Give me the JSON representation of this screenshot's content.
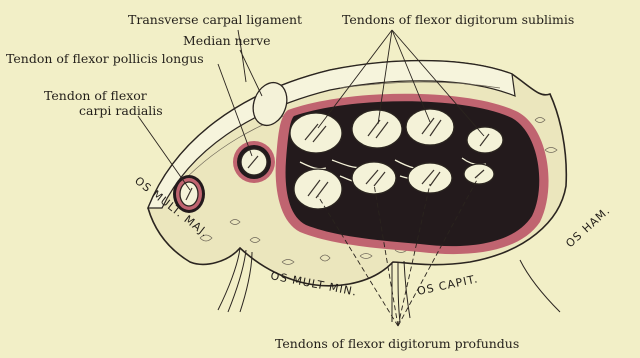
{
  "labels": {
    "transverse_carpal_ligament": "Transverse carpal ligament",
    "tendons_flexor_sublimis": "Tendons of flexor digitorum sublimis",
    "median_nerve": "Median nerve",
    "tendon_flexor_pollicis_longus": "Tendon of flexor pollicis longus",
    "tendon_flexor_carpi_radialis_line1": "Tendon of flexor",
    "tendon_flexor_carpi_radialis_line2": "carpi radialis",
    "tendons_flexor_profundus": "Tendons of flexor digitorum profundus"
  },
  "bones": {
    "os_mult_maj": "OS MULT. MAJ.",
    "os_mult_min": "OS MULT MIN.",
    "os_capit": "OS CAPIT.",
    "os_ham": "OS HAM."
  },
  "colors": {
    "background": "#f2efc7",
    "synovial_sheath": "#c06470",
    "cavity": "#231a1c",
    "ink": "#231f1a"
  }
}
